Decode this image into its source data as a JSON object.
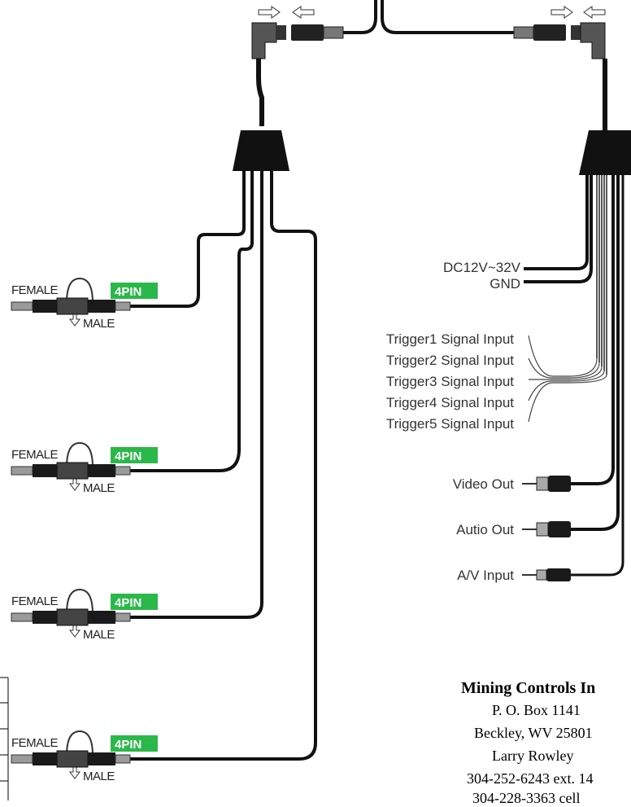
{
  "connectors": [
    {
      "female_label": "FEMALE",
      "male_label": "MALE",
      "pin_badge": "4PIN"
    },
    {
      "female_label": "FEMALE",
      "male_label": "MALE",
      "pin_badge": "4PIN"
    },
    {
      "female_label": "FEMALE",
      "male_label": "MALE",
      "pin_badge": "4PIN"
    },
    {
      "female_label": "FEMALE",
      "male_label": "MALE",
      "pin_badge": "4PIN"
    }
  ],
  "power": {
    "dc_label": "DC12V~32V",
    "gnd_label": "GND"
  },
  "triggers": [
    "Trigger1 Signal Input",
    "Trigger2 Signal Input",
    "Trigger3 Signal Input",
    "Trigger4 Signal Input",
    "Trigger5 Signal Input"
  ],
  "outputs": [
    "Video Out",
    "Autio Out",
    "A/V Input"
  ],
  "contact": {
    "company": "Mining Controls In",
    "po_box": "P. O. Box 1141",
    "city": "Beckley, WV 25801",
    "person": "Larry Rowley",
    "phone": "304-252-6243 ext. 14",
    "cell": "304-228-3363 cell"
  },
  "colors": {
    "cable": "#111111",
    "badge": "#2bb84a",
    "plug": "#8a8a8a"
  }
}
